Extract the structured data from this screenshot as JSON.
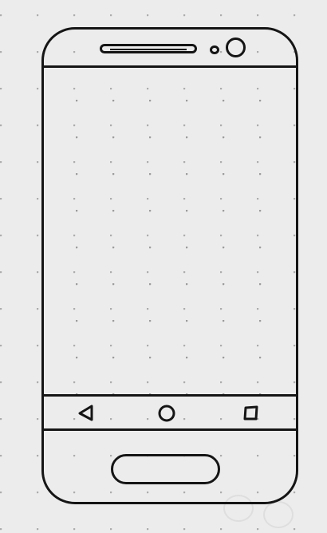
{
  "device": {
    "type": "smartphone-wireframe-sketch",
    "orientation": "portrait"
  },
  "top_bezel": {
    "elements": [
      "speaker-grille",
      "proximity-sensor",
      "front-camera"
    ]
  },
  "screen": {
    "content": "",
    "background": "dot-grid"
  },
  "navigation_bar": {
    "buttons": [
      {
        "name": "back",
        "icon": "triangle-left-icon"
      },
      {
        "name": "home",
        "icon": "circle-icon"
      },
      {
        "name": "recent-apps",
        "icon": "square-icon"
      }
    ]
  },
  "bottom_bezel": {
    "elements": [
      "physical-home-button"
    ]
  },
  "colors": {
    "stroke": "#151515",
    "paper": "#ececec"
  }
}
